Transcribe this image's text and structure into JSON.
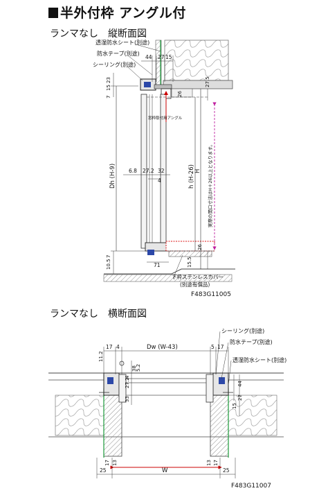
{
  "title": "半外付枠 アングル付",
  "vertical": {
    "heading": "ランマなし　縦断面図",
    "code": "F483G11005",
    "callouts": {
      "moisture_sheet": "透湿防水シート(別途)",
      "waterproof_tape": "防水テープ(別途)",
      "sealing": "シーリング(別途)",
      "angle": "窓枠取付用アングル",
      "sill_cover": "下枠ステンレスカバー",
      "sill_cover_note": "(別途有償品)",
      "opening_note": "実際の開口寸法はH＋26以上となります。"
    },
    "dims": {
      "d44": "44",
      "d27": "27",
      "d15": "15",
      "d7": "7",
      "d15b": "15",
      "d23": "23",
      "d26top": "26",
      "d27_5": "27.5",
      "d6_8": "6.8",
      "d27_2": "27.2",
      "d32": "32",
      "d4": "4",
      "dh": "Dh (H-9)",
      "h": "h (H-26)",
      "H": "H",
      "d10_5": "10.5",
      "d7b": "7",
      "d71": "71",
      "d15_5": "15.5",
      "d26bot": "26"
    }
  },
  "horizontal": {
    "heading": "ランマなし　横断面図",
    "code": "F483G11007",
    "callouts": {
      "sealing": "シーリング(別途)",
      "waterproof_tape": "防水テープ(別途)",
      "moisture_sheet": "透湿防水シート(別途)"
    },
    "dims": {
      "d17": "17",
      "d4": "4",
      "dw": "Dw (W-43)",
      "d5": "5",
      "d17r": "17",
      "d11_2": "11.2",
      "d38": "38",
      "d52": "5.2",
      "d4b": "4",
      "d27_2": "27.2",
      "d33": "33",
      "d44": "44",
      "d15": "15",
      "d27": "27",
      "d25l": "25",
      "d17l": "17",
      "d13": "13",
      "d13r": "13",
      "d17rr": "17",
      "W": "W",
      "d25r": "25"
    }
  }
}
